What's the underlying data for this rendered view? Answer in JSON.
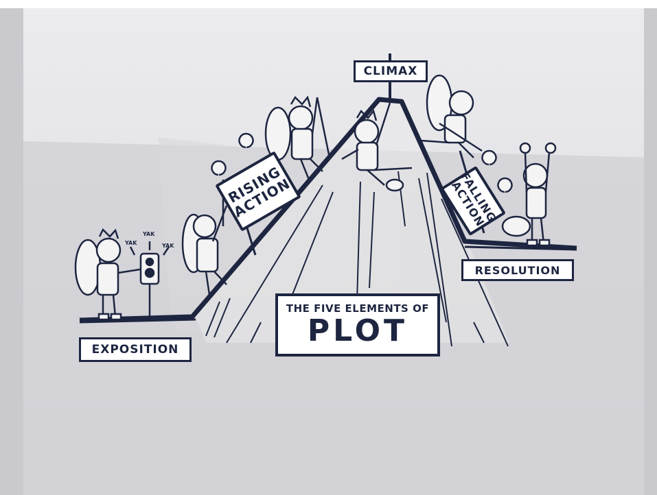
{
  "diagram": {
    "title_small": "THE FIVE ELEMENTS OF",
    "title_large": "PLOT",
    "stages": {
      "climax": "CLIMAX",
      "rising_line1": "RISING",
      "rising_line2": "ACTION",
      "falling_line1": "FALLING",
      "falling_line2": "ACTION",
      "resolution": "RESOLUTION",
      "exposition": "EXPOSITION"
    },
    "sound_effects": [
      "YAK",
      "YAK",
      "YAK"
    ]
  }
}
